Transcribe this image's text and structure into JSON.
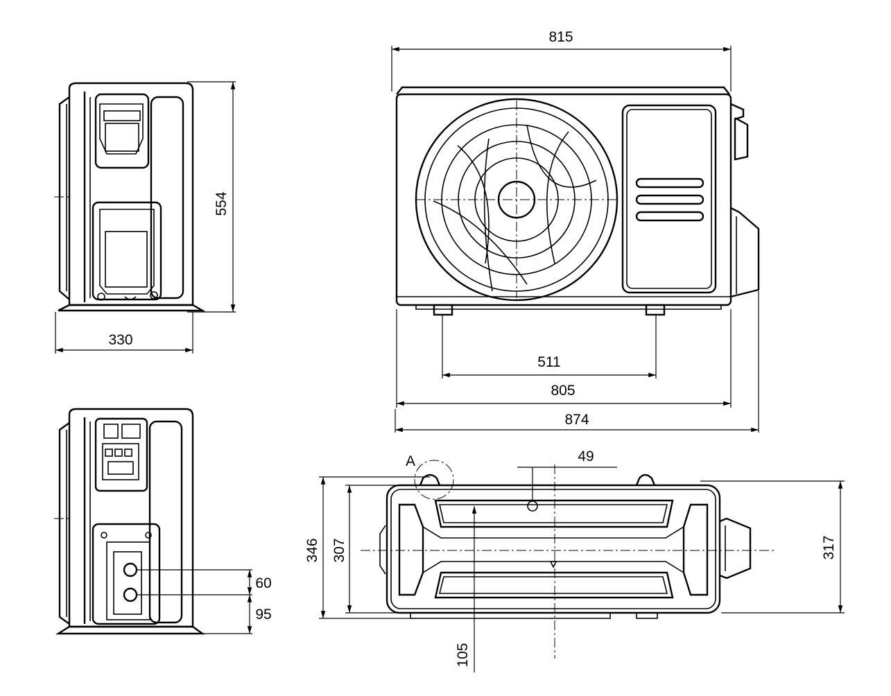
{
  "dimensions": {
    "width_top": "815",
    "height_side": "554",
    "depth_side": "330",
    "foot_spacing": "511",
    "base_width": "805",
    "overall_width": "874",
    "hole_offset": "49",
    "detail_label": "A",
    "depth_346": "346",
    "depth_307": "307",
    "depth_317": "317",
    "pipe_spacing": "60",
    "pipe_height": "95",
    "center_offset": "105"
  },
  "colors": {
    "line": "#000000",
    "background": "#ffffff"
  }
}
